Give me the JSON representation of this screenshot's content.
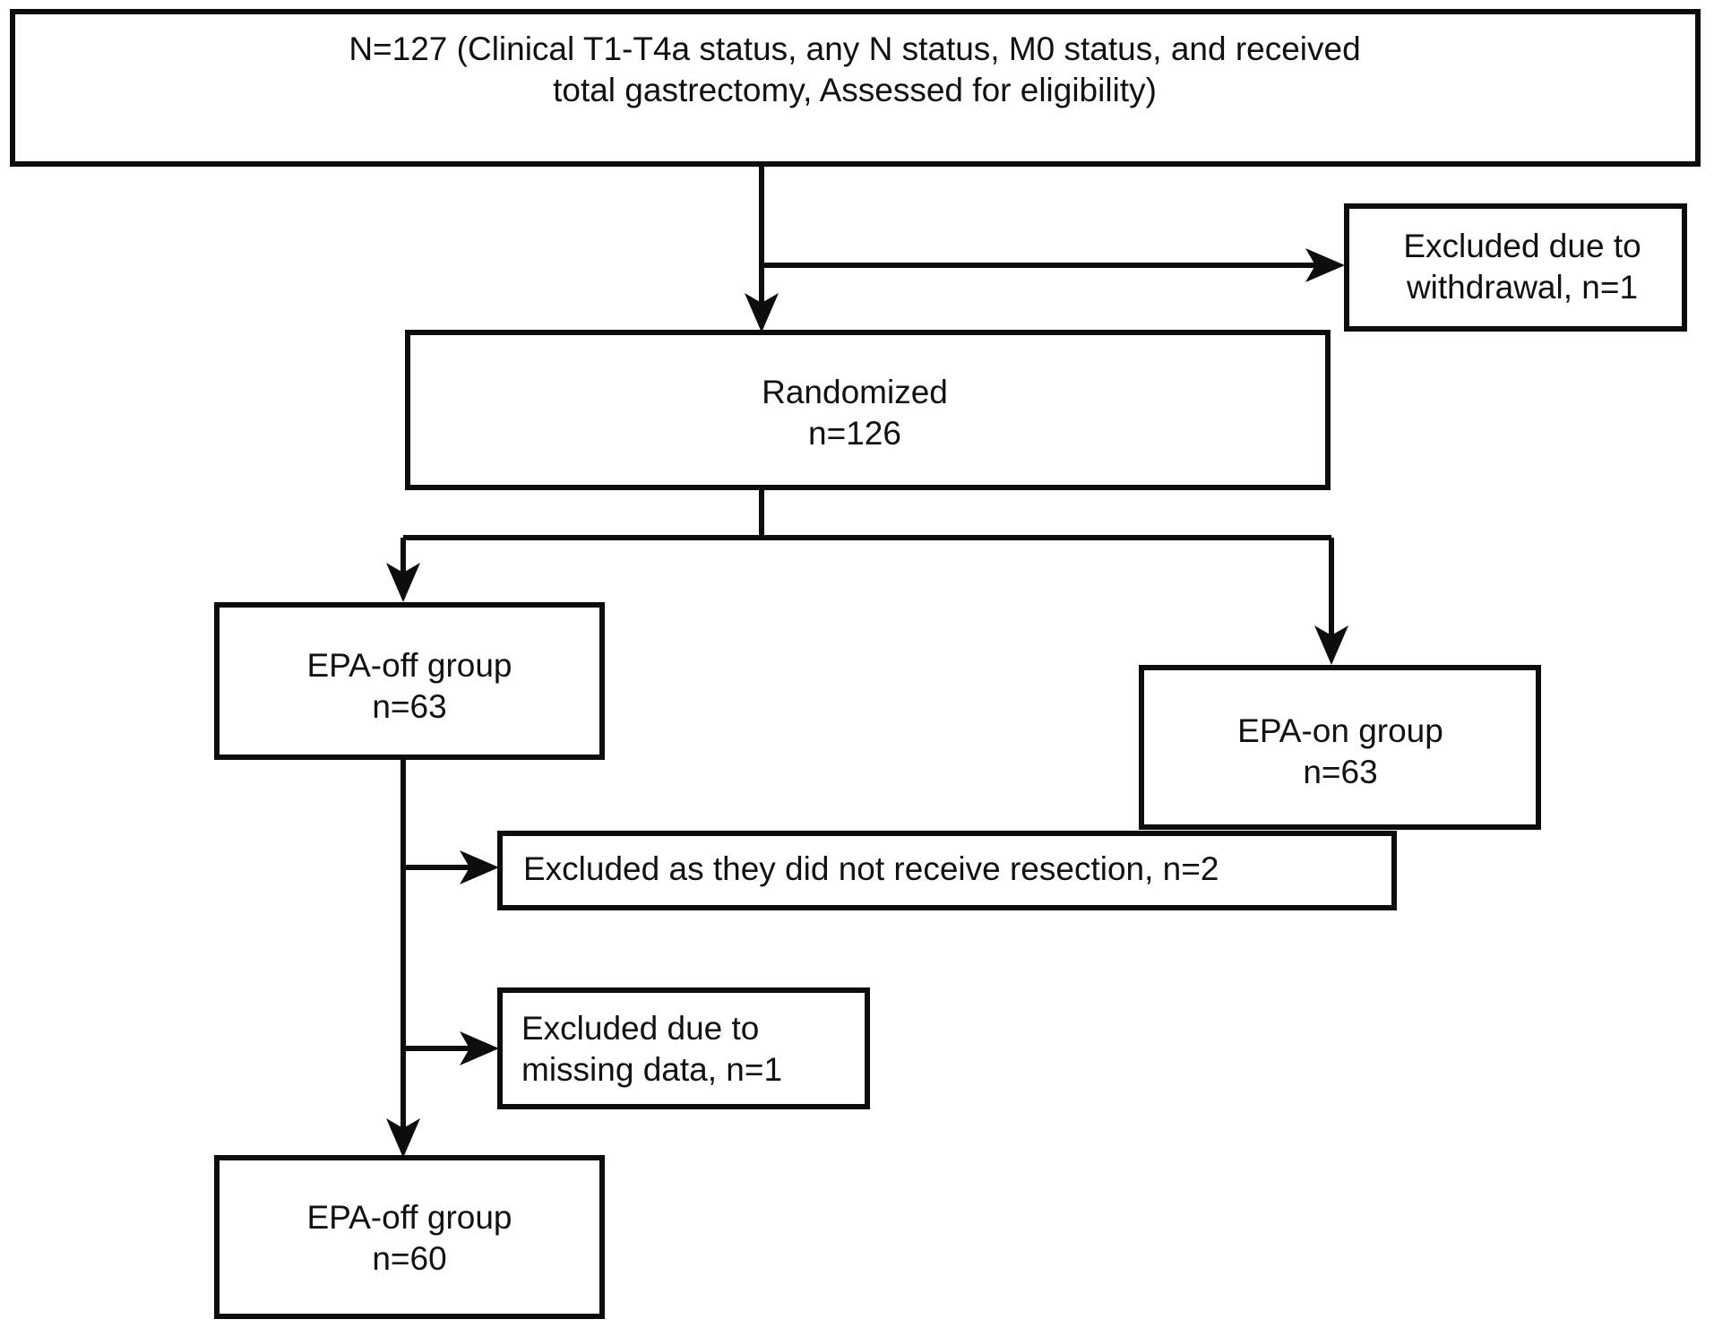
{
  "diagram": {
    "type": "consort-flow-diagram",
    "title": "CONSORT participant flow diagram",
    "colors": {
      "background": "#ffffff",
      "box_stroke": "#0d0d0d",
      "box_fill": "#ffffff",
      "text": "#111111",
      "connector": "#0d0d0d"
    },
    "nodes": [
      {
        "id": "assessed",
        "name": "assessed-for-eligibility-box",
        "align": "center",
        "lines": [
          "N=127 (Clinical T1-T4a status, any N status, M0 status, and received",
          "total gastrectomy, Assessed for eligibility)"
        ]
      },
      {
        "id": "excluded-withdrawal",
        "name": "excluded-withdrawal-box",
        "align": "center",
        "lines": [
          "Excluded due to",
          "withdrawal, n=1"
        ]
      },
      {
        "id": "randomized",
        "name": "randomized-box",
        "align": "center",
        "lines": [
          "Randomized",
          "n=126"
        ]
      },
      {
        "id": "epa-off",
        "name": "epa-off-group-box",
        "align": "center",
        "lines": [
          "EPA-off group",
          "n=63"
        ]
      },
      {
        "id": "epa-on",
        "name": "epa-on-group-box",
        "align": "center",
        "lines": [
          "EPA-on group",
          "n=63"
        ]
      },
      {
        "id": "excluded-resection",
        "name": "excluded-no-resection-box",
        "align": "start",
        "lines": [
          "Excluded as they did not receive resection, n=2"
        ]
      },
      {
        "id": "excluded-missing",
        "name": "excluded-missing-data-box",
        "align": "start",
        "lines": [
          "Excluded due to",
          "missing data, n=1"
        ]
      },
      {
        "id": "epa-off-final",
        "name": "epa-off-group-final-box",
        "align": "center",
        "lines": [
          "EPA-off group",
          "n=60"
        ]
      }
    ],
    "edges": [
      {
        "id": "assessed-to-randomized",
        "name": "arrow-assessed-to-randomized"
      },
      {
        "id": "assessed-to-withdrawal",
        "name": "arrow-assessed-to-withdrawal"
      },
      {
        "id": "randomized-to-epa-off",
        "name": "arrow-randomized-to-epa-off"
      },
      {
        "id": "randomized-to-epa-on",
        "name": "arrow-randomized-to-epa-on"
      },
      {
        "id": "epa-off-to-resection",
        "name": "arrow-epa-off-to-no-resection"
      },
      {
        "id": "epa-off-to-missing",
        "name": "arrow-epa-off-to-missing-data"
      },
      {
        "id": "epa-off-to-final",
        "name": "arrow-epa-off-to-final"
      }
    ]
  }
}
